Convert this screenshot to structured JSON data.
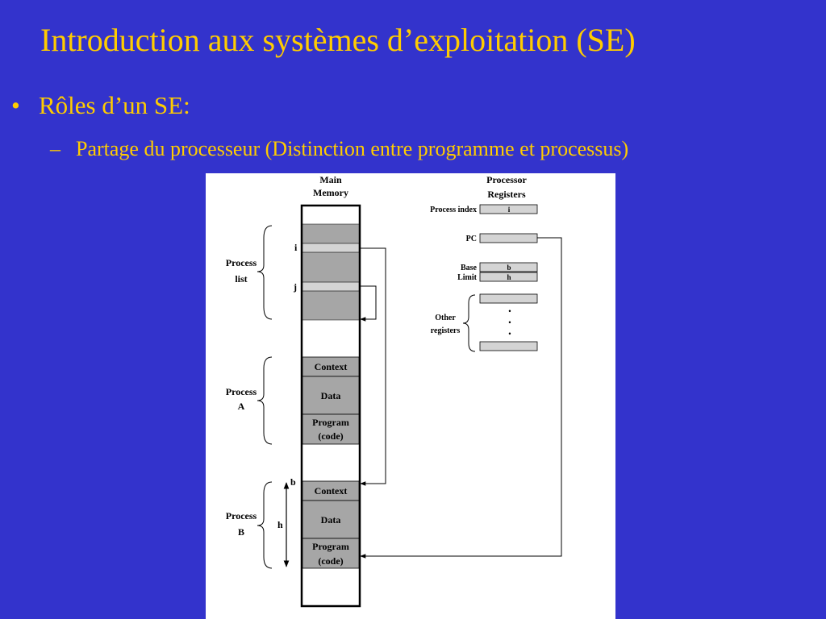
{
  "slide": {
    "title": "Introduction aux systèmes d’exploitation (SE)",
    "bullet": {
      "marker": "•",
      "text": "Rôles d’un SE:"
    },
    "sub_bullet": {
      "marker": "–",
      "text": "Partage du processeur (Distinction entre programme et processus)"
    }
  },
  "colors": {
    "background": "#3333cc",
    "text": "#ffcc00",
    "figure_bg": "#ffffff",
    "block_fill": "#a6a6a6",
    "register_fill": "#d4d4d4"
  },
  "diagram": {
    "main_memory": {
      "line1": "Main",
      "line2": "Memory"
    },
    "processor_registers": {
      "line1": "Processor",
      "line2": "Registers"
    },
    "process_list": {
      "line1": "Process",
      "line2": "list",
      "entry_i": "i",
      "entry_j": "j"
    },
    "process_a": {
      "line1": "Process",
      "line2": "A",
      "blocks": {
        "context": "Context",
        "data": "Data",
        "program_1": "Program",
        "program_2": "(code)"
      }
    },
    "process_b": {
      "line1": "Process",
      "line2": "B",
      "b_label": "b",
      "h_label": "h",
      "blocks": {
        "context": "Context",
        "data": "Data",
        "program_1": "Program",
        "program_2": "(code)"
      }
    },
    "registers": {
      "process_index": {
        "label": "Process index",
        "value": "i"
      },
      "pc": {
        "label": "PC"
      },
      "base": {
        "label": "Base",
        "value": "b"
      },
      "limit": {
        "label": "Limit",
        "value": "h"
      },
      "other": {
        "line1": "Other",
        "line2": "registers",
        "ellipsis": "•"
      }
    }
  }
}
